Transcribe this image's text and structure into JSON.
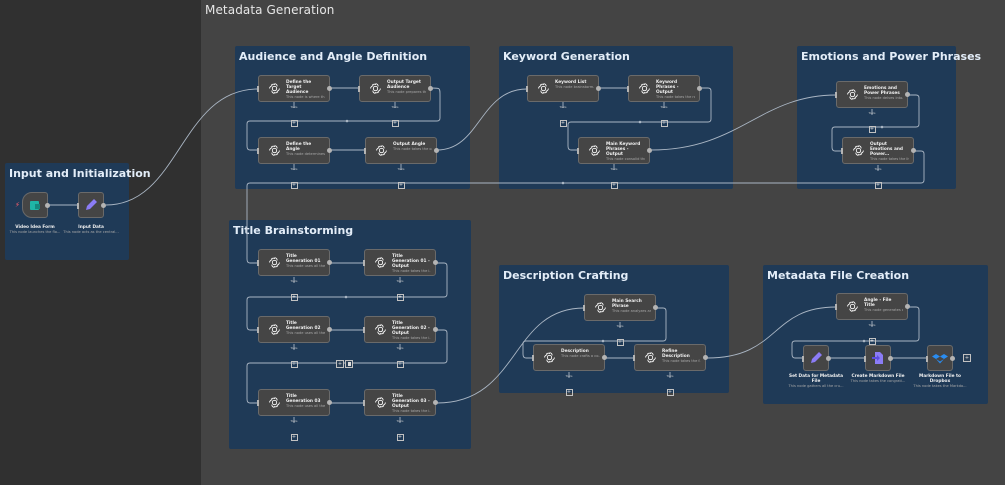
{
  "canvas": {
    "frame_title": "Metadata Generation",
    "colors": {
      "background": "#303030",
      "frame": "#444444",
      "group": "#1f3a57",
      "node": "#454545",
      "wire": "#aab6c4",
      "ai_icon": "#ffffff",
      "set_icon": "#8b7cf6",
      "form_icon": "#1fb6a6",
      "dropbox": "#2a8cf0"
    }
  },
  "groups": [
    {
      "title": "Input and Initialization",
      "nodes": [
        {
          "title": "Video Idea Form",
          "desc": "This node launches the flo...",
          "icon": "form-icon"
        },
        {
          "title": "Input Data",
          "desc": "This node acts as the central...",
          "icon": "pencil-icon"
        }
      ]
    },
    {
      "title": "Audience and Angle Definition",
      "nodes": [
        {
          "title": "Define the Target Audience",
          "desc": "This node is where th...",
          "sub": "Tools"
        },
        {
          "title": "Output Target Audience",
          "desc": "This node prepares th...",
          "sub": "Tools"
        },
        {
          "title": "Define the Angle",
          "desc": "This node determines...",
          "sub": "Tools"
        },
        {
          "title": "Output Angle",
          "desc": "This node takes the o...",
          "sub": "Tools"
        }
      ]
    },
    {
      "title": "Keyword Generation",
      "nodes": [
        {
          "title": "Keyword List",
          "desc": "This node brainstorm...",
          "sub": "Tools"
        },
        {
          "title": "Keyword Phrases - Output",
          "desc": "This node takes the ra...",
          "sub": "Tools"
        },
        {
          "title": "Main Keyword Phrases - Output",
          "desc": "This node consolid the...",
          "sub": "Tools"
        }
      ]
    },
    {
      "title": "Emotions and Power Phrases",
      "nodes": [
        {
          "title": "Emotions and Power Phrases",
          "desc": "This node delves into...",
          "sub": "Tools"
        },
        {
          "title": "Output Emotions and Power...",
          "desc": "This node takes the lis...",
          "sub": "Tools"
        }
      ]
    },
    {
      "title": "Title Brainstorming",
      "nodes": [
        {
          "title": "Title Generation 01",
          "desc": "This node uses all the...",
          "sub": "Tools"
        },
        {
          "title": "Title Generation 01 - Output",
          "desc": "This node takes the i...",
          "sub": "Tools"
        },
        {
          "title": "Title Generation 02",
          "desc": "This node uses all the...",
          "sub": "Tools"
        },
        {
          "title": "Title Generation 02 - Output",
          "desc": "This node takes the i...",
          "sub": "Tools"
        },
        {
          "title": "Title Generation 03",
          "desc": "This node uses all the...",
          "sub": "Tools"
        },
        {
          "title": "Title Generation 03 - Output",
          "desc": "This node takes the i...",
          "sub": "Tools"
        }
      ]
    },
    {
      "title": "Description Crafting",
      "nodes": [
        {
          "title": "Main Search Phrase",
          "desc": "This node analyzes an...",
          "sub": "Tools"
        },
        {
          "title": "Description",
          "desc": "This node crafts a co...",
          "sub": "Tools"
        },
        {
          "title": "Refine Description",
          "desc": "This node takes the f...",
          "sub": "Tools"
        }
      ]
    },
    {
      "title": "Metadata File Creation",
      "nodes": [
        {
          "title": "Angle - File Title",
          "desc": "This node generates a...",
          "sub": "Tools"
        },
        {
          "title": "Set Data for Metadata File",
          "desc": "This node gathers all the cru...",
          "icon": "pencil-icon"
        },
        {
          "title": "Create Markdown File",
          "desc": "This node takes the congrati...",
          "icon": "file-convert-icon"
        },
        {
          "title": "Markdown File to Dropbox",
          "desc": "This node takes the Markdo...",
          "icon": "dropbox-icon"
        }
      ]
    }
  ],
  "edge_toolbar": {
    "add": "+",
    "delete": "🗑"
  }
}
